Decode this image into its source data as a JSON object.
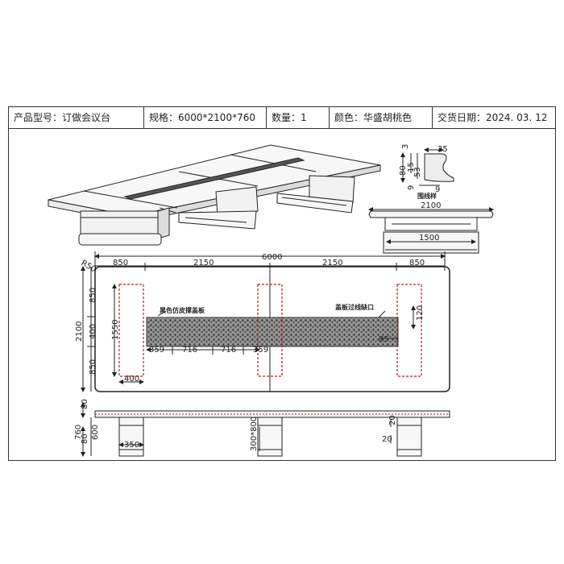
{
  "header": {
    "product": "产品型号：订做会议台",
    "spec": "规格：6000*2100*760",
    "quantity": "数量：1",
    "color": "颜色：华盛胡桃色",
    "delivery": "交货日期：2024. 03. 12"
  },
  "profile": {
    "dims": [
      "3",
      "25",
      "80",
      "15",
      "53",
      "9",
      "9"
    ],
    "label": "围线样"
  },
  "side_view": {
    "top_width": "2100",
    "base_width": "1500"
  },
  "plan": {
    "radius": "R50",
    "total": "6000",
    "segments": [
      "850",
      "2150",
      "2150",
      "850"
    ],
    "depth": "2100",
    "depth_parts": [
      "850",
      "400",
      "850"
    ],
    "opening_len": "1550",
    "opening_w": "400",
    "strip_parts": [
      "359",
      "716",
      "716",
      "359"
    ],
    "notch_h": "120",
    "notch_w": "25",
    "note_strip": "黑色仿皮撑盖板",
    "note_notch": "盖板过线缺口"
  },
  "front": {
    "top_thk": "80",
    "height": "760",
    "base_h": "80",
    "leg_h": "600",
    "leg_w": "350",
    "mid_dims": "300*800",
    "r_dim_a": "20",
    "r_dim_b": "20"
  },
  "colors": {
    "line": "#222222",
    "hidden": "#b22222",
    "strip": "#555555"
  }
}
